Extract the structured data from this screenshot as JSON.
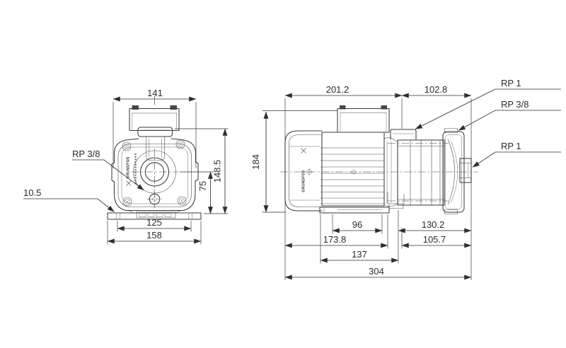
{
  "drawing": {
    "title": "pump-dimensional-drawing",
    "brand": "GRUNDFOS",
    "colors": {
      "background": "#ffffff",
      "line": "#3a3a3a",
      "dimension": "#2f2f2f",
      "text": "#2b2b2b"
    },
    "front_view": {
      "dims": {
        "width": "141",
        "total_height": "148.5",
        "center_height": "75",
        "bolt_span": "125",
        "base_width": "158",
        "foot_height": "10.5",
        "drain_port": "RP 3/8"
      }
    },
    "side_view": {
      "dims": {
        "motor_length": "201.2",
        "head_length": "102.8",
        "height": "184",
        "foot_slot": "96",
        "port_depth": "130.2",
        "base_length": "173.8",
        "head_depth": "105.7",
        "foot_span": "137",
        "total_length": "304",
        "top_port": "RP 1",
        "vent_port": "RP 3/8",
        "side_port": "RP 1"
      }
    }
  }
}
